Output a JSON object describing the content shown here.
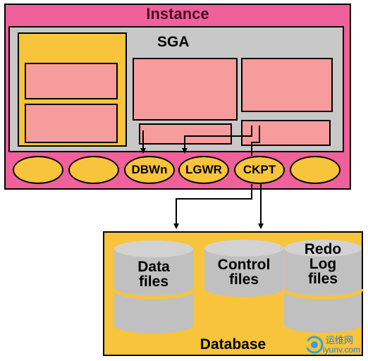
{
  "instance": {
    "title": "Instance"
  },
  "sga": {
    "title": "SGA"
  },
  "processes": [
    "",
    "",
    "DBWn",
    "LGWR",
    "CKPT",
    ""
  ],
  "database": {
    "title": "Database",
    "files": [
      "Data\nfiles",
      "Control\nfiles",
      "Redo\nLog\nfiles"
    ]
  },
  "watermark": {
    "text_cn": "运维网",
    "text_url": "iyunv.com"
  },
  "colors": {
    "instance": "#f0609a",
    "sga": "#c8c8c8",
    "memory_block": "#f79c9c",
    "yellow": "#f7c43b",
    "cylinder": "#c0c0c0"
  }
}
